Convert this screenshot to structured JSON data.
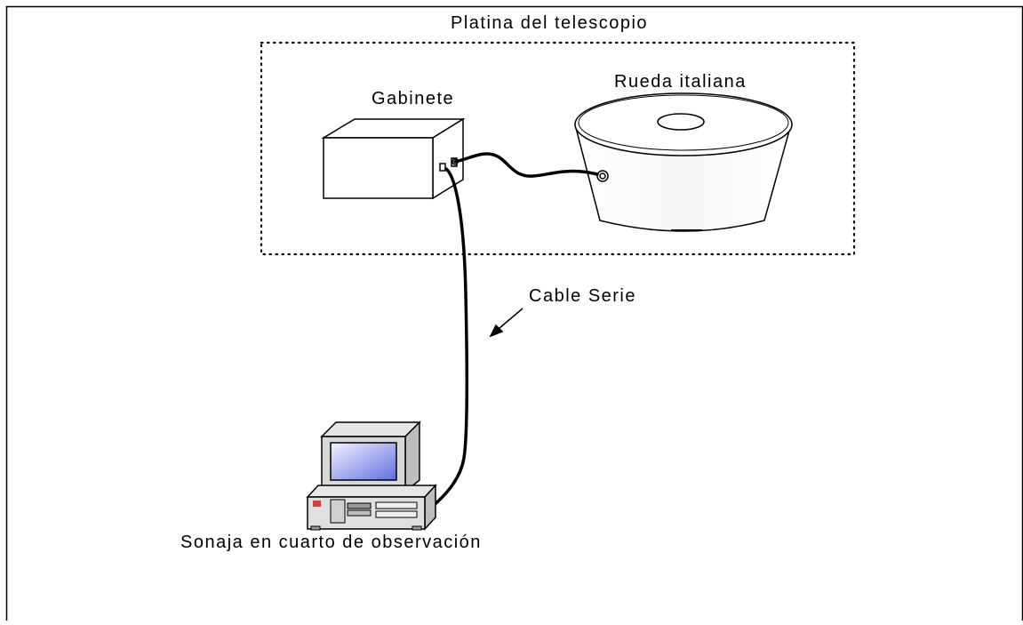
{
  "labels": {
    "platform": "Platina del telescopio",
    "cabinet": "Gabinete",
    "wheel": "Rueda italiana",
    "cable": "Cable Serie",
    "computer": "Sonaja en cuarto de observación"
  },
  "colors": {
    "border": "#000000",
    "background": "#ffffff",
    "screen_light": "#f4f4ff",
    "screen_dark": "#5f6fe0",
    "monitor_body": "#d9d9d9",
    "power_led": "#2ecc40",
    "red_badge": "#e33b2e"
  }
}
